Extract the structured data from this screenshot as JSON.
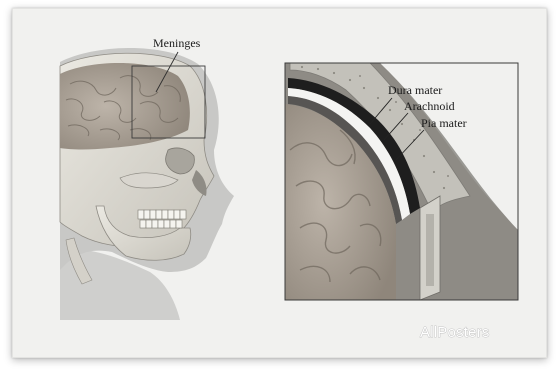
{
  "figure": {
    "labels": {
      "meninges": "Meninges",
      "dura_mater": "Dura mater",
      "arachnoid": "Arachnoid",
      "pia_mater": "Pia mater"
    },
    "watermark": "AllPosters"
  },
  "colors": {
    "background": "#ffffff",
    "card": "#f1f1ef",
    "skull": "#dcdad2",
    "brain": "#a69d92",
    "silhouette": "#c9c9c7",
    "scalp": "#8b8883",
    "line": "#3a3a3a"
  }
}
